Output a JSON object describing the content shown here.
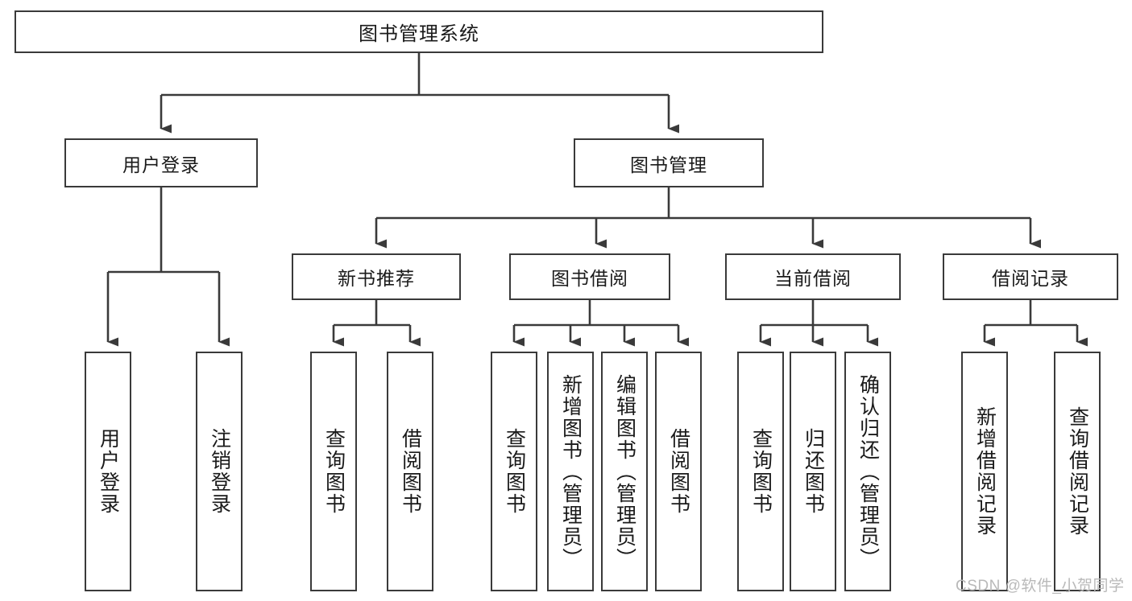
{
  "diagram": {
    "title": "图书管理系统",
    "type": "hierarchy-tree",
    "colors": {
      "box_border": "#3a3a3a",
      "box_fill": "#ffffff",
      "edge": "#3a3a3a",
      "text": "#1a1a1a",
      "watermark": "#b9b9b9",
      "background": "#ffffff"
    },
    "nodes": {
      "root": {
        "label": "图书管理系统"
      },
      "level1": [
        {
          "label": "用户登录"
        },
        {
          "label": "图书管理"
        }
      ],
      "level2": [
        {
          "label": "新书推荐"
        },
        {
          "label": "图书借阅"
        },
        {
          "label": "当前借阅"
        },
        {
          "label": "借阅记录"
        }
      ],
      "leaves": {
        "user_login": [
          {
            "label": "用户登录"
          },
          {
            "label": "注销登录"
          }
        ],
        "new_book": [
          {
            "label": "查询图书"
          },
          {
            "label": "借阅图书"
          }
        ],
        "borrow_book": [
          {
            "label": "查询图书"
          },
          {
            "label": "新增图书（管理员）"
          },
          {
            "label": "编辑图书（管理员）"
          },
          {
            "label": "借阅图书"
          }
        ],
        "current_borrow": [
          {
            "label": "查询图书"
          },
          {
            "label": "归还图书"
          },
          {
            "label": "确认归还（管理员）"
          }
        ],
        "borrow_record": [
          {
            "label": "新增借阅记录"
          },
          {
            "label": "查询借阅记录"
          }
        ]
      }
    }
  },
  "watermark": {
    "text": "CSDN @软件_小贺同学"
  }
}
